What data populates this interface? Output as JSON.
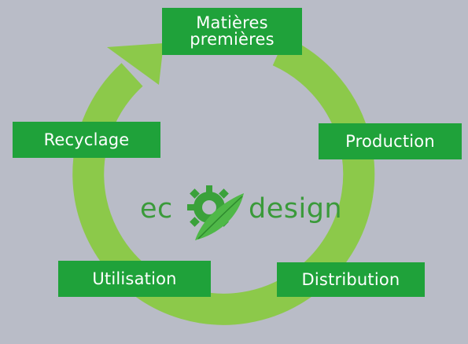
{
  "diagram": {
    "stages": [
      {
        "id": "matieres",
        "lines": [
          "Matières",
          "premières"
        ]
      },
      {
        "id": "production",
        "lines": [
          "Production"
        ]
      },
      {
        "id": "distribution",
        "lines": [
          "Distribution"
        ]
      },
      {
        "id": "utilisation",
        "lines": [
          "Utilisation"
        ]
      },
      {
        "id": "recyclage",
        "lines": [
          "Recyclage"
        ]
      }
    ],
    "logo": {
      "left": "ec",
      "right": "design"
    },
    "colors": {
      "background": "#b9bcc7",
      "arrow": "#8cc94a",
      "box": "#1fa23a",
      "logo_text": "#3a9a3a",
      "gear": "#3aa13a",
      "leaf": "#4fb848"
    }
  }
}
